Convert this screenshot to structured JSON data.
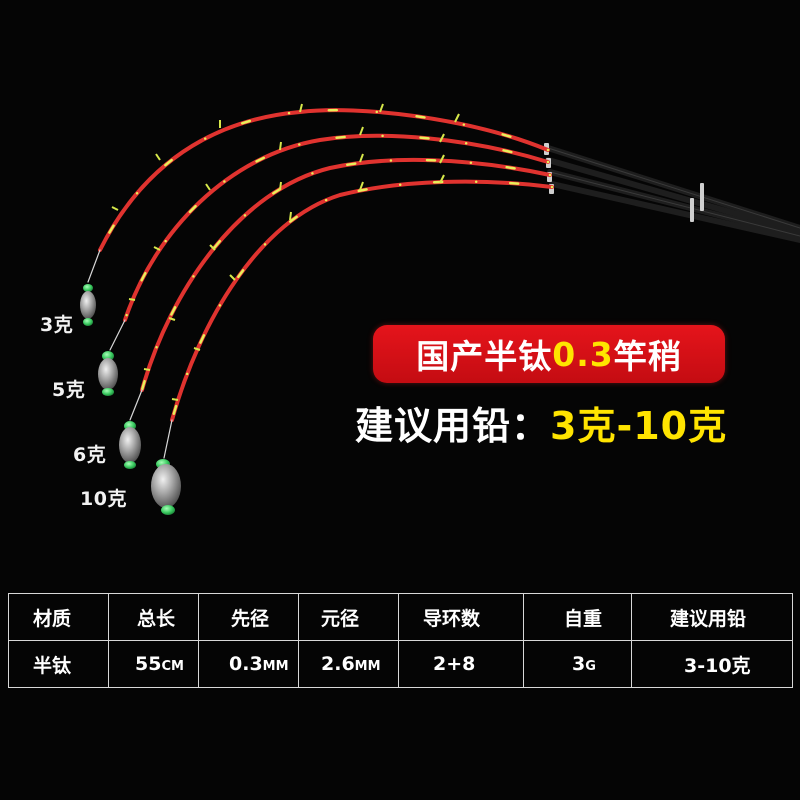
{
  "weights": [
    {
      "label": "3克"
    },
    {
      "label": "5克"
    },
    {
      "label": "6克"
    },
    {
      "label": "10克"
    }
  ],
  "headline": {
    "part1": "国产半钛",
    "accent": "0.3",
    "part2": "竿稍"
  },
  "recommend": {
    "label": "建议用铅：",
    "value": "3克-10克"
  },
  "spec_table": {
    "headers": [
      "材质",
      "总长",
      "先径",
      "元径",
      "导环数",
      "自重",
      "建议用铅"
    ],
    "values": [
      {
        "main": "半钛",
        "unit": ""
      },
      {
        "main": "55",
        "unit": "CM"
      },
      {
        "main": "0.3",
        "unit": "MM"
      },
      {
        "main": "2.6",
        "unit": "MM"
      },
      {
        "main": "2+8",
        "unit": ""
      },
      {
        "main": "3",
        "unit": "G"
      },
      {
        "main": "3-10克",
        "unit": ""
      }
    ]
  },
  "colors": {
    "background": "#050505",
    "rod_red": "#e0332f",
    "rod_yellow": "#e8ef5a",
    "badge_red": "#d8121a",
    "accent_yellow": "#ffe400",
    "sinker_green": "#3fd06a",
    "sinker_metal": "#9a9a9a"
  }
}
